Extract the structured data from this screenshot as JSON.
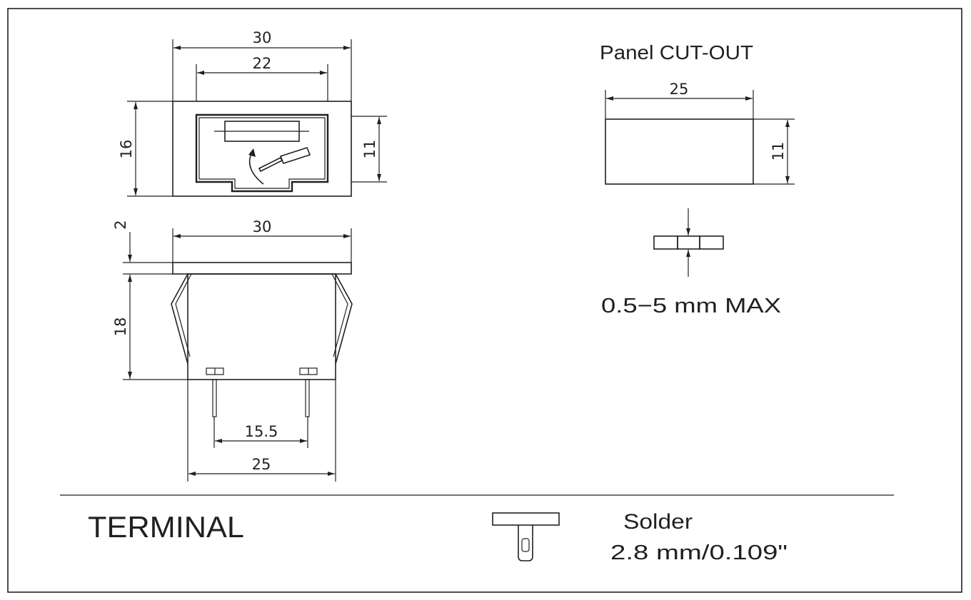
{
  "front_view": {
    "width_outer": "30",
    "width_inner": "22",
    "height_outer": "16",
    "height_inner": "11"
  },
  "side_view": {
    "flange_width": "30",
    "flange_thickness": "2",
    "body_height": "18",
    "terminal_spacing": "15.5",
    "body_width": "25"
  },
  "panel_cutout": {
    "title": "Panel CUT-OUT",
    "width": "25",
    "height": "11",
    "thickness_label": "0.5−5 mm MAX"
  },
  "terminal": {
    "heading": "TERMINAL",
    "type": "Solder",
    "size": "2.8 mm/0.109\""
  }
}
